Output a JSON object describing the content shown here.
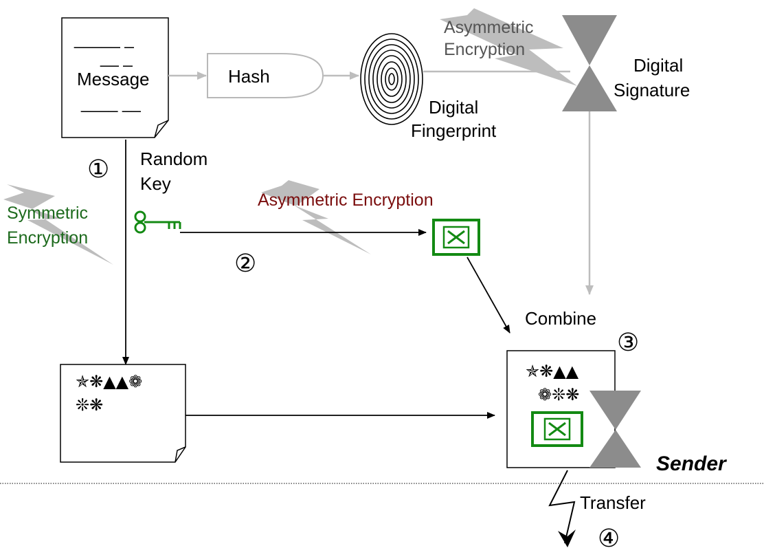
{
  "colors": {
    "accent_green": "#138a13",
    "dark_red": "#7a0d0d",
    "light_gray_line": "#b8b8b8",
    "bolt_gray": "#bdbdbd",
    "hourglass_gray": "#8c8c8c"
  },
  "message_doc": {
    "label": "Message",
    "lines": [
      "_____ _",
      "__  _",
      "____ __"
    ]
  },
  "hash": {
    "label": "Hash"
  },
  "fingerprint": {
    "label_line1": "Digital",
    "label_line2": "Fingerprint",
    "icon": "fingerprint-icon"
  },
  "asym_top": {
    "line1": "Asymmetric",
    "line2": "Encryption"
  },
  "signature": {
    "line1": "Digital",
    "line2": "Signature"
  },
  "random_key": {
    "line1": "Random",
    "line2": "Key",
    "icon": "key-icon"
  },
  "asym_key": {
    "label": "Asymmetric Encryption"
  },
  "symmetric": {
    "line1": "Symmetric",
    "line2": "Encryption"
  },
  "steps": [
    "①",
    "②",
    "③",
    "④"
  ],
  "cipher_doc": {
    "line1": "✯❋▲▲❁",
    "line2": "❊❋"
  },
  "combine": {
    "label": "Combine"
  },
  "combined_doc": {
    "line1": "✯❋▲▲",
    "line2": "❁❊❋"
  },
  "sender": {
    "label": "Sender"
  },
  "transfer": {
    "label": "Transfer"
  }
}
